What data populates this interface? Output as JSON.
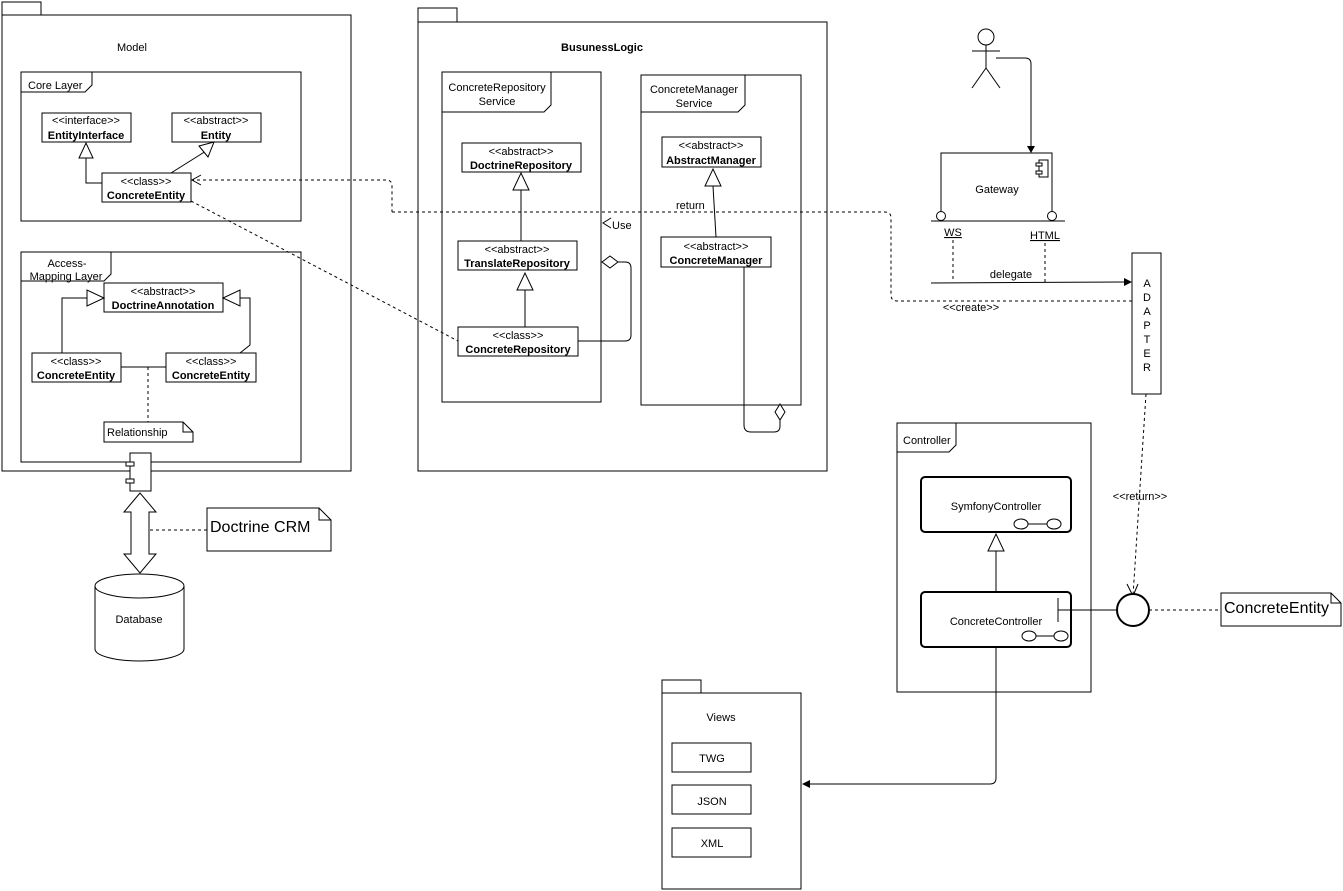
{
  "model": {
    "title": "Model",
    "core_layer": {
      "label": "Core Layer",
      "entity_interface": {
        "stereotype": "<<interface>>",
        "name": "EntityInterface"
      },
      "entity": {
        "stereotype": "<<abstract>>",
        "name": "Entity"
      },
      "concrete_entity": {
        "stereotype": "<<class>>",
        "name": "ConcreteEntity"
      }
    },
    "access_mapping_layer": {
      "label_line1": "Access-",
      "label_line2": "Mapping Layer",
      "doctrine_annotation": {
        "stereotype": "<<abstract>>",
        "name": "DoctrineAnnotation"
      },
      "concrete_entity_left": {
        "stereotype": "<<class>>",
        "name": "ConcreteEntity"
      },
      "concrete_entity_right": {
        "stereotype": "<<class>>",
        "name": "ConcreteEntity"
      },
      "relationship_note": "Relationship"
    }
  },
  "database": {
    "label": "Database",
    "note": "Doctrine CRM"
  },
  "business_logic": {
    "title": "BusunessLogic",
    "repository_service": {
      "label_line1": "ConcreteRepository",
      "label_line2": "Service",
      "doctrine_repository": {
        "stereotype": "<<abstract>>",
        "name": "DoctrineRepository"
      },
      "translate_repository": {
        "stereotype": "<<abstract>>",
        "name": "TranslateRepository"
      },
      "concrete_repository": {
        "stereotype": "<<class>>",
        "name": "ConcreteRepository"
      }
    },
    "manager_service": {
      "label_line1": "ConcreteManager",
      "label_line2": "Service",
      "abstract_manager": {
        "stereotype": "<<abstract>>",
        "name": "AbstractManager"
      },
      "concrete_manager": {
        "stereotype": "<<abstract>>",
        "name": "ConcreteManager"
      }
    },
    "return_label": "return",
    "use_label": "Use"
  },
  "gateway": {
    "label": "Gateway",
    "ws": "WS",
    "html": "HTML",
    "delegate": "delegate",
    "create": "<<create>>"
  },
  "adapter": {
    "letters": [
      "A",
      "D",
      "A",
      "P",
      "T",
      "E",
      "R"
    ],
    "return_label": "<<return>>"
  },
  "controller": {
    "label": "Controller",
    "symfony_controller": "SymfonyController",
    "concrete_controller": "ConcreteController",
    "interface_note": "ConcreteEntity"
  },
  "views": {
    "label": "Views",
    "items": [
      "TWG",
      "JSON",
      "XML"
    ]
  }
}
